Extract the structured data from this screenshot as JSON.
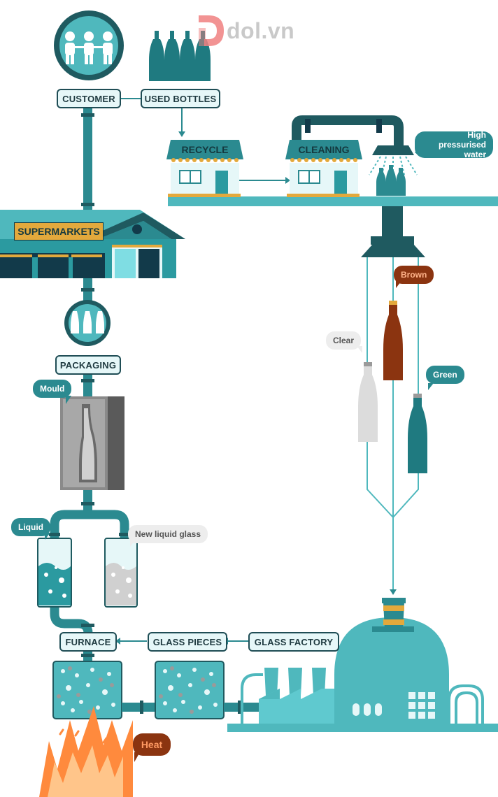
{
  "logo": {
    "text": "dol.vn"
  },
  "labels": {
    "customer": "CUSTOMER",
    "used_bottles": "USED BOTTLES",
    "recycle": "RECYCLE",
    "cleaning": "CLEANING",
    "supermarkets": "SUPERMARKETS",
    "packaging": "PACKAGING",
    "furnace": "FURNACE",
    "glass_pieces": "GLASS PIECES",
    "glass_factory": "GLASS FACTORY"
  },
  "tags": {
    "high_pressure": "High pressurised water",
    "brown": "Brown",
    "clear": "Clear",
    "green": "Green",
    "mould": "Mould",
    "liquid": "Liquid",
    "new_liquid_glass": "New liquid glass",
    "heat": "Heat"
  },
  "colors": {
    "teal": "#2b8a90",
    "teal_light": "#4fb8bd",
    "teal_dark": "#1f5a60",
    "navy": "#123a4a",
    "brown": "#8b3410",
    "orange": "#ff8a3d",
    "gold": "#e3a93c",
    "grey": "#9a9a9a"
  },
  "icons": [
    "people-icon",
    "bottles-icon",
    "shop-recycle-icon",
    "shop-cleaning-icon",
    "shower-icon",
    "supermarket-icon",
    "packaging-icon",
    "mould-icon",
    "liquid-tank-icon",
    "new-liquid-tank-icon",
    "furnace-tank-icon",
    "glass-pieces-tank-icon",
    "factory-icon",
    "flame-icon"
  ]
}
